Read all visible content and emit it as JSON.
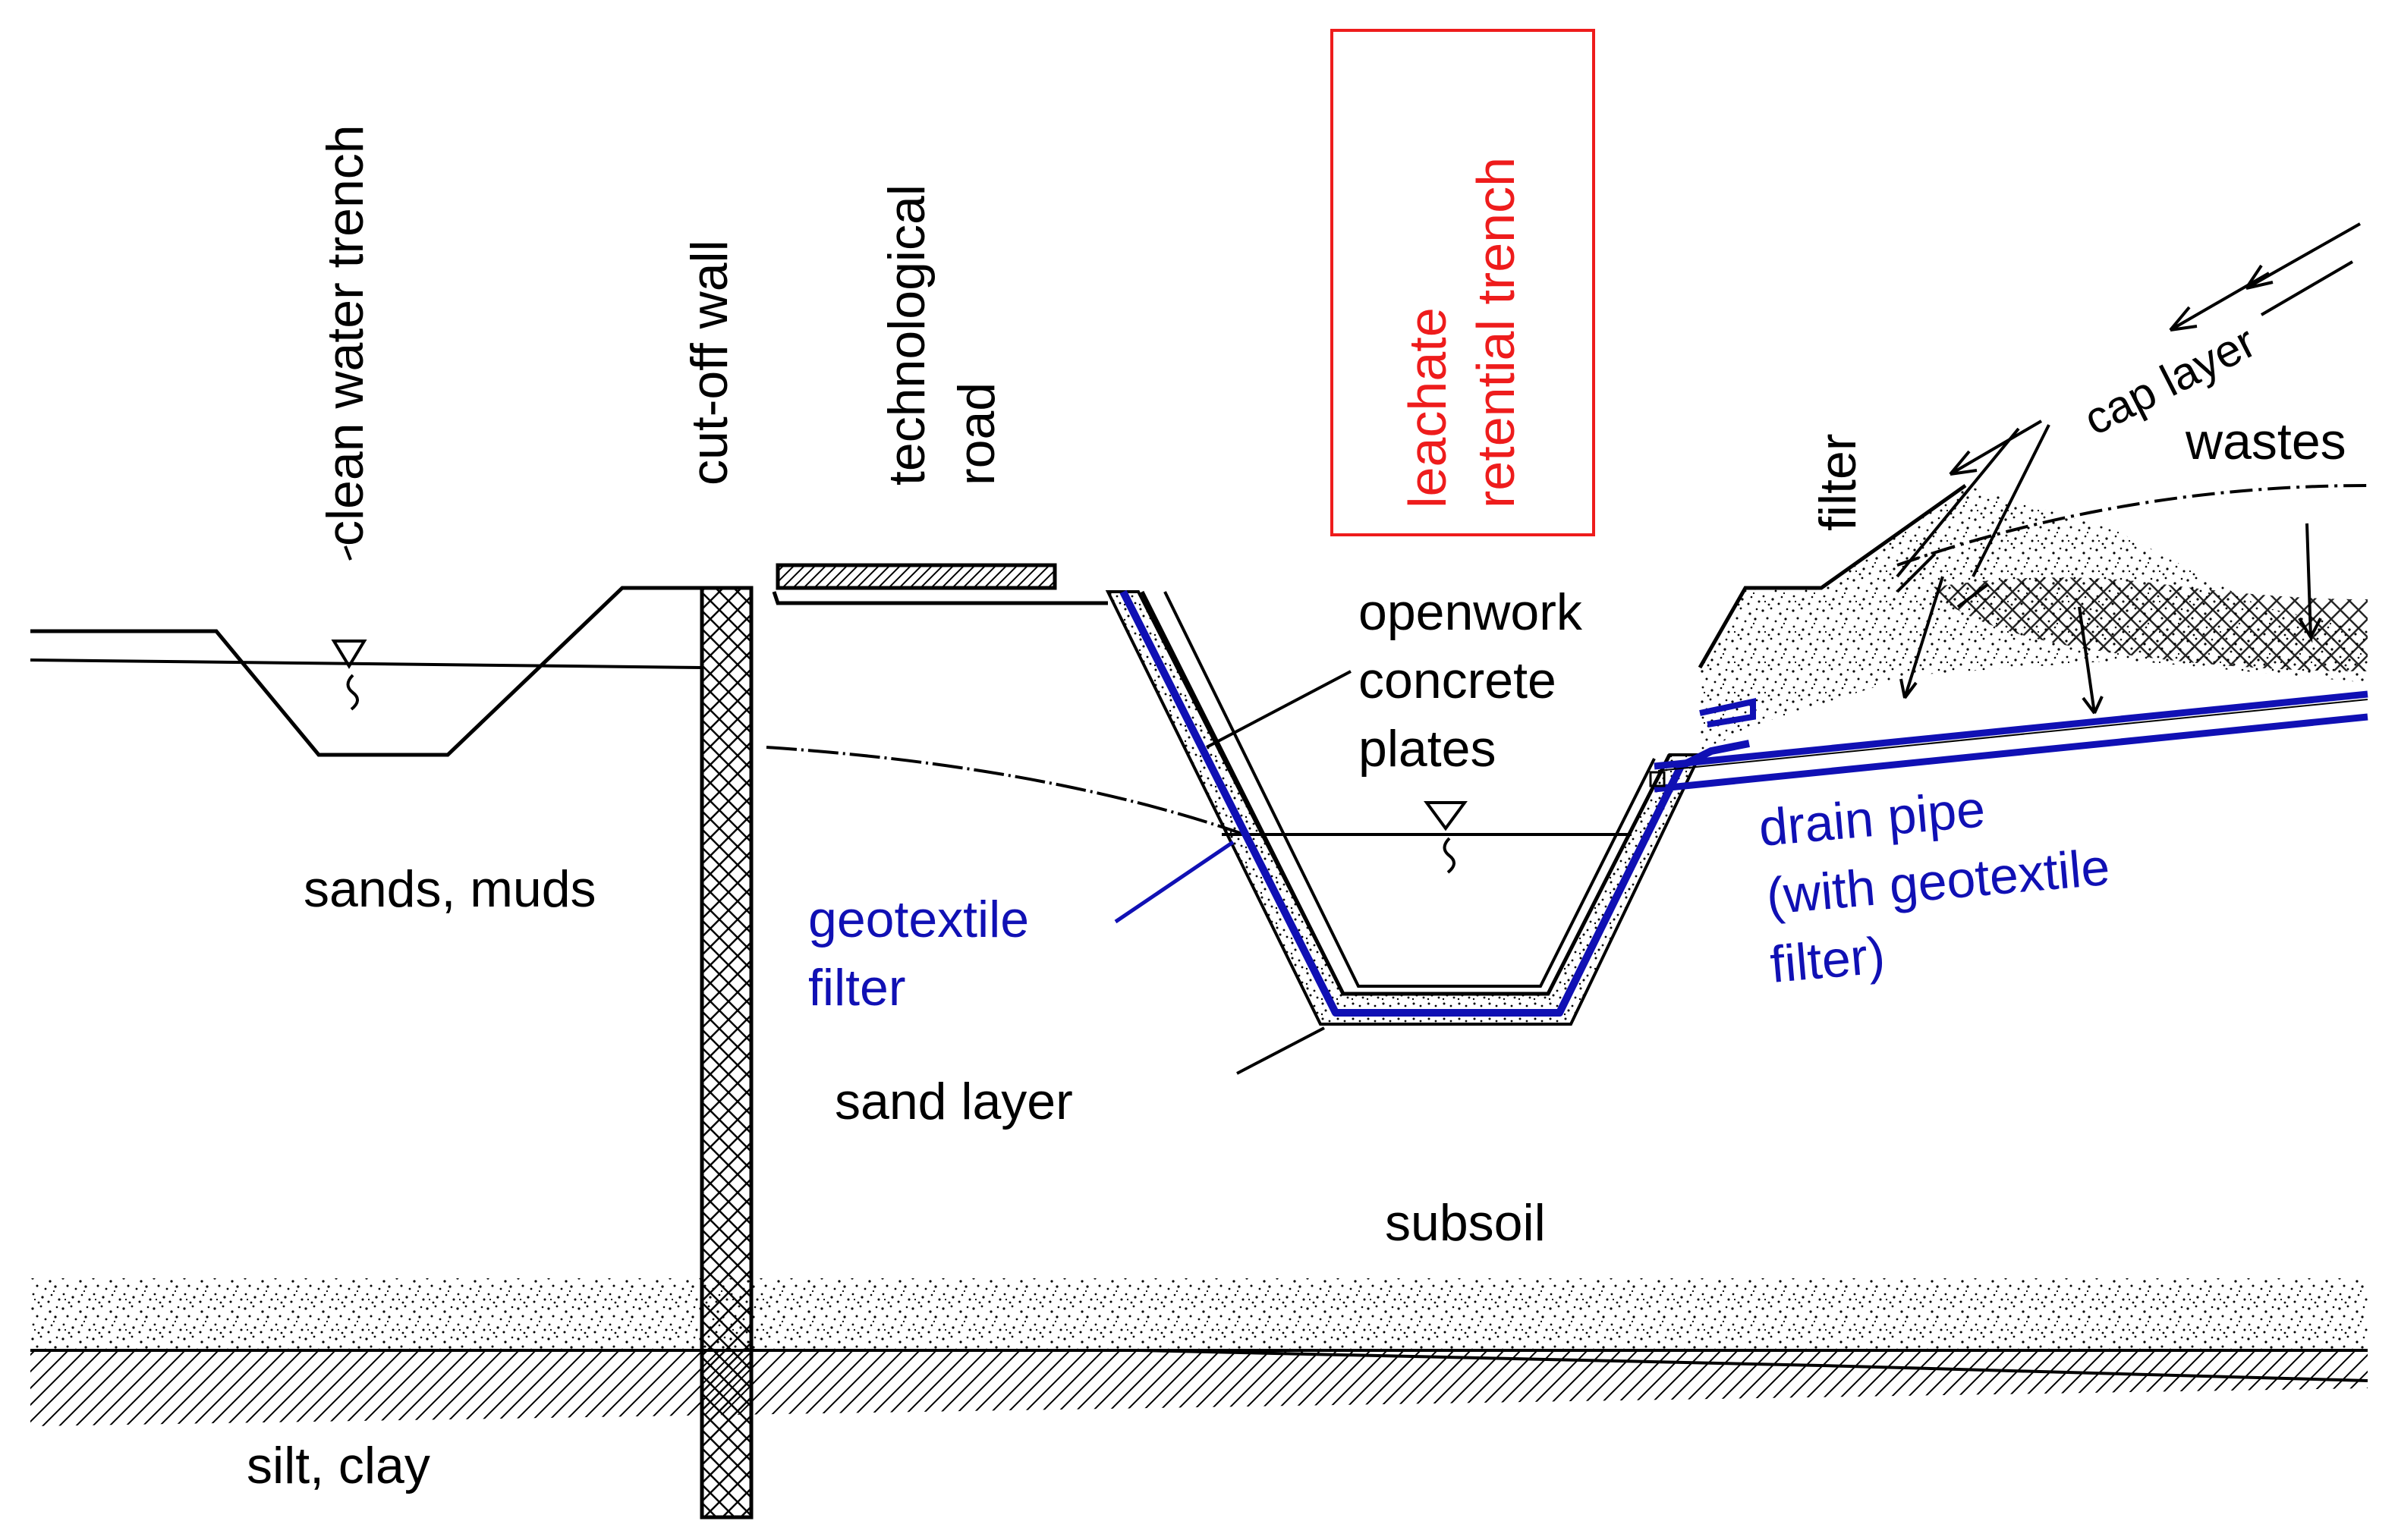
{
  "labels": {
    "clean_water_trench": "clean water trench",
    "cut_off_wall": "cut-off wall",
    "technological_line1": "technological",
    "technological_line2": "road",
    "leachate_line1": "leachate",
    "leachate_line2": "retential trench",
    "filter_top": "filter",
    "cap_layer": "cap layer",
    "wastes": "wastes",
    "openwork_line1": "openwork",
    "openwork_line2": "concrete",
    "openwork_line3": "plates",
    "sands_muds": "sands, muds",
    "geotextile_line1": "geotextile",
    "geotextile_line2": "filter",
    "drain_line1": "drain pipe",
    "drain_line2": "(with geotextile",
    "drain_line3": "filter)",
    "sand_layer": "sand layer",
    "subsoil": "subsoil",
    "silt_clay": "silt, clay"
  },
  "colors": {
    "line": "#000000",
    "blue": "#1010b4",
    "red": "#ee1c1c"
  }
}
